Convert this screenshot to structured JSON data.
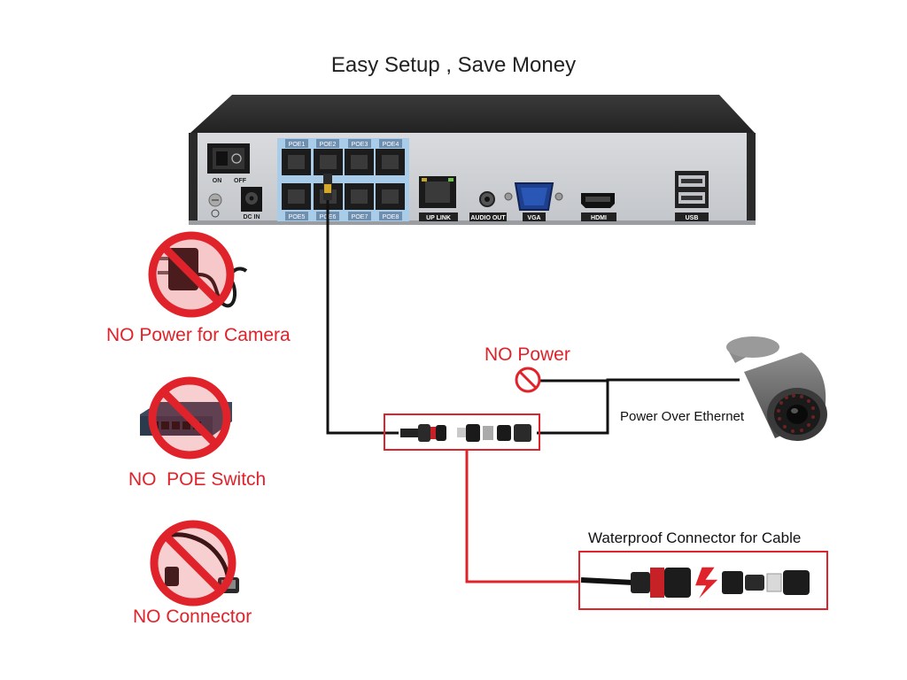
{
  "title": "Easy Setup , Save Money",
  "nvr": {
    "power_on": "ON",
    "power_off": "OFF",
    "dc_in": "DC IN",
    "poe_top": [
      "POE1",
      "POE2",
      "POE3",
      "POE4"
    ],
    "poe_bottom": [
      "POE5",
      "POE6",
      "POE7",
      "POE8"
    ],
    "uplink": "UP LINK",
    "audio_out": "AUDIO OUT",
    "vga": "VGA",
    "hdmi": "HDMI",
    "usb": "USB"
  },
  "labels": {
    "no_power_camera": "NO Power for Camera",
    "no_poe_switch": "NO  POE Switch",
    "no_connector": "NO Connector",
    "no_power": "NO Power",
    "power_over_ethernet": "Power Over Ethernet",
    "waterproof_connector": "Waterproof Connector for Cable"
  },
  "colors": {
    "prohibition_red": "#e0232a",
    "cable": "#111111",
    "highlight_box": "#e0232a"
  }
}
